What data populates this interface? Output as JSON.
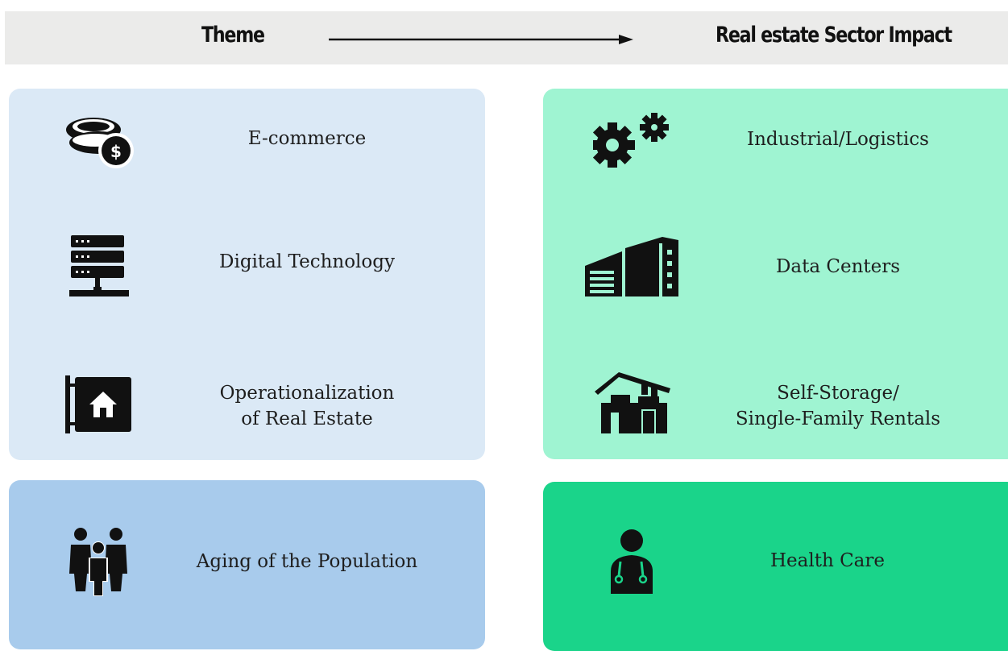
{
  "header": {
    "left_title": "Theme",
    "right_title": "Real estate Sector Impact",
    "arrow_icon": "right-arrow-icon"
  },
  "themes": {
    "ecommerce": {
      "label": "E-commerce",
      "icon": "coins-dollar-icon"
    },
    "digital": {
      "label": "Digital Technology",
      "icon": "server-rack-icon"
    },
    "operational": {
      "line1": "Operationalization",
      "line2": "of Real Estate",
      "icon": "house-sign-icon"
    },
    "aging": {
      "label": "Aging of the Population",
      "icon": "family-people-icon"
    }
  },
  "impacts": {
    "industrial": {
      "label": "Industrial/Logistics",
      "icon": "gears-icon"
    },
    "datacenters": {
      "label": "Data Centers",
      "icon": "office-building-icon"
    },
    "storage": {
      "line1": "Self-Storage/",
      "line2": "Single-Family Rentals",
      "icon": "storage-house-icon"
    },
    "health": {
      "label": "Health Care",
      "icon": "doctor-stethoscope-icon"
    }
  },
  "colors": {
    "theme_light": "#dbe9f6",
    "theme_dark": "#a8cbec",
    "impact_light": "#9ff4d2",
    "impact_dark": "#1ad48a",
    "header_band": "#ebebea"
  }
}
